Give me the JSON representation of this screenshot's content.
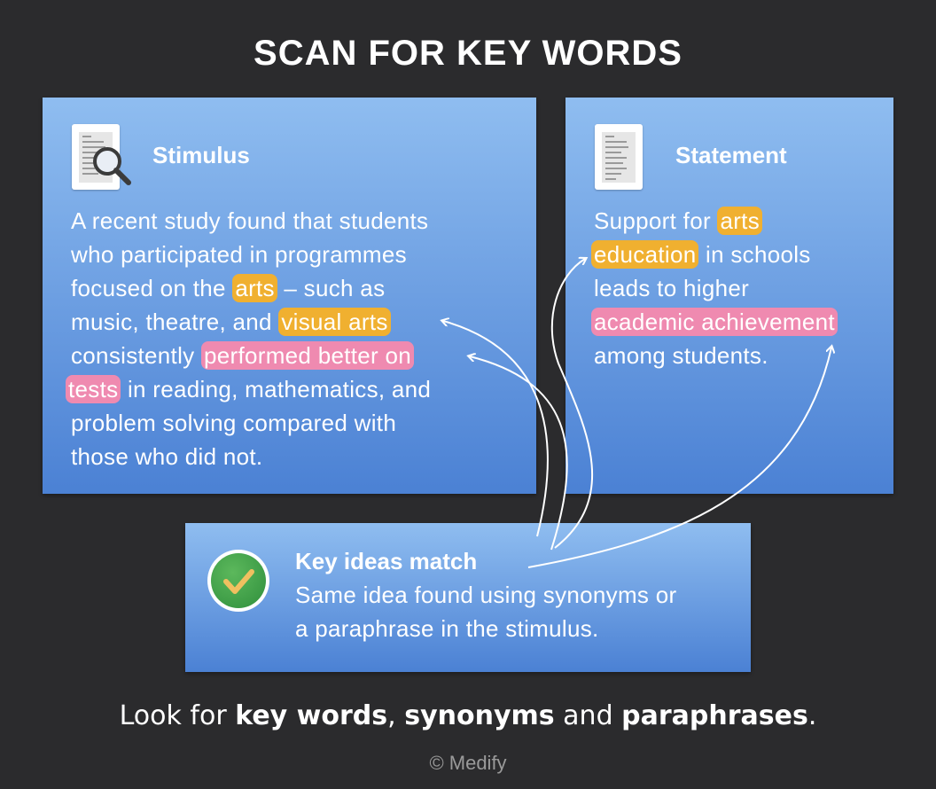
{
  "title": "SCAN FOR KEY WORDS",
  "stimulus": {
    "heading": "Stimulus",
    "icon": "document-search-icon",
    "lines": [
      [
        "A recent study found that students"
      ],
      [
        "who participated in programmes"
      ],
      [
        "focused on the ",
        "arts",
        " – such as"
      ],
      [
        "music, theatre, and ",
        "visual arts",
        ""
      ],
      [
        "consistently ",
        "performed better on"
      ],
      [
        "tests",
        " in reading, mathematics, and"
      ],
      [
        "problem solving compared with"
      ],
      [
        "those who did not."
      ]
    ],
    "highlights": {
      "arts": "arts",
      "visual_arts": "visual arts",
      "performed": "performed better on",
      "tests": "tests"
    },
    "text": {
      "l1": "A recent study found that students",
      "l2": "who participated in programmes",
      "l3a": "focused on the ",
      "l3b": " – such as",
      "l4a": "music, theatre, and ",
      "l5a": "consistently ",
      "l6b": " in reading, mathematics, and",
      "l7": "problem solving compared with",
      "l8": "those who did not."
    }
  },
  "statement": {
    "heading": "Statement",
    "icon": "document-icon",
    "text": {
      "l1a": "Support for ",
      "l1b": "arts",
      "l2a": "education",
      "l2b": " in schools",
      "l3": "leads to higher",
      "l4": "academic achievement",
      "l5": "among students."
    }
  },
  "match": {
    "icon": "checkmark-icon",
    "heading": "Key ideas match",
    "line1": "Same idea found using synonyms or",
    "line2": "a paraphrase in the stimulus."
  },
  "footer": {
    "t1": "Look for ",
    "b1": "key words",
    "t2": ", ",
    "b2": "synonyms",
    "t3": " and ",
    "b3": "paraphrases",
    "t4": "."
  },
  "copyright": "© Medify",
  "colors": {
    "background": "#2b2b2d",
    "highlight_yellow": "#f0b030",
    "highlight_pink": "#ef8ab0",
    "panel_top": "#8fbdf0",
    "panel_bottom": "#4b81d4"
  }
}
